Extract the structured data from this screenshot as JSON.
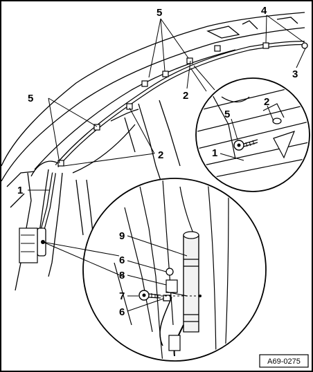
{
  "figure": {
    "reference": "A69-0275",
    "callouts_main": {
      "c1": "1",
      "c2a": "2",
      "c2b": "2",
      "c3": "3",
      "c4": "4",
      "c5a": "5",
      "c5b": "5"
    },
    "callouts_detail_top": {
      "c5": "5",
      "c2": "2",
      "c1": "1"
    },
    "callouts_detail_bottom": {
      "c9": "9",
      "c6a": "6",
      "c8": "8",
      "c7": "7",
      "c6b": "6"
    }
  },
  "colors": {
    "ink": "#000000",
    "paper": "#ffffff",
    "shade": "#d9d9d9"
  }
}
